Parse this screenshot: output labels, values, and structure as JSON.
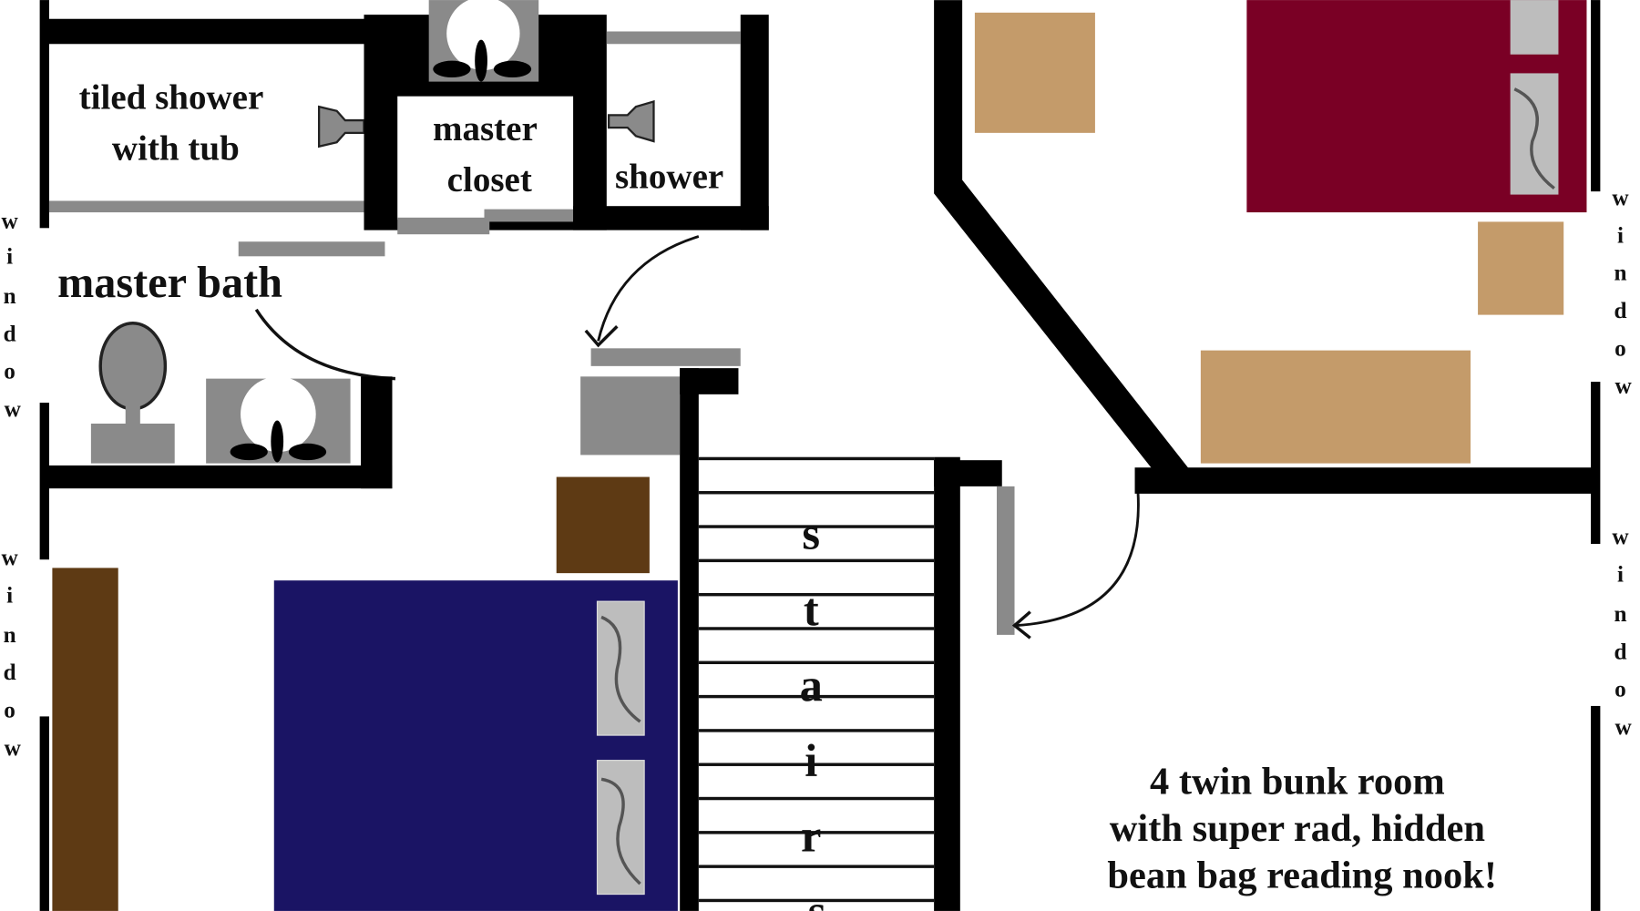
{
  "rooms": {
    "tiled_shower": [
      "tiled shower",
      "with tub"
    ],
    "master_closet": [
      "master",
      "closet"
    ],
    "shower": "shower",
    "master_bath": "master bath",
    "stairs": [
      "s",
      "t",
      "a",
      "i",
      "r",
      "s"
    ],
    "bunk_room": [
      "4 twin bunk room",
      "with super rad, hidden",
      "bean bag reading nook!"
    ]
  },
  "windows": {
    "left_upper": [
      "w",
      "i",
      "n",
      "d",
      "o",
      "w"
    ],
    "left_lower": [
      "w",
      "i",
      "n",
      "d",
      "o",
      "w"
    ],
    "right_upper": [
      "w",
      "i",
      "n",
      "d",
      "o",
      "w"
    ],
    "right_lower": [
      "w",
      "i",
      "n",
      "d",
      "o",
      "w"
    ]
  },
  "colors": {
    "blue_bed": "#1a1464",
    "maroon_bed": "#7a0025",
    "tan_furniture": "#c49b6a",
    "brown_furniture": "#5e3a14",
    "fixture_gray": "#8a8a8a"
  }
}
